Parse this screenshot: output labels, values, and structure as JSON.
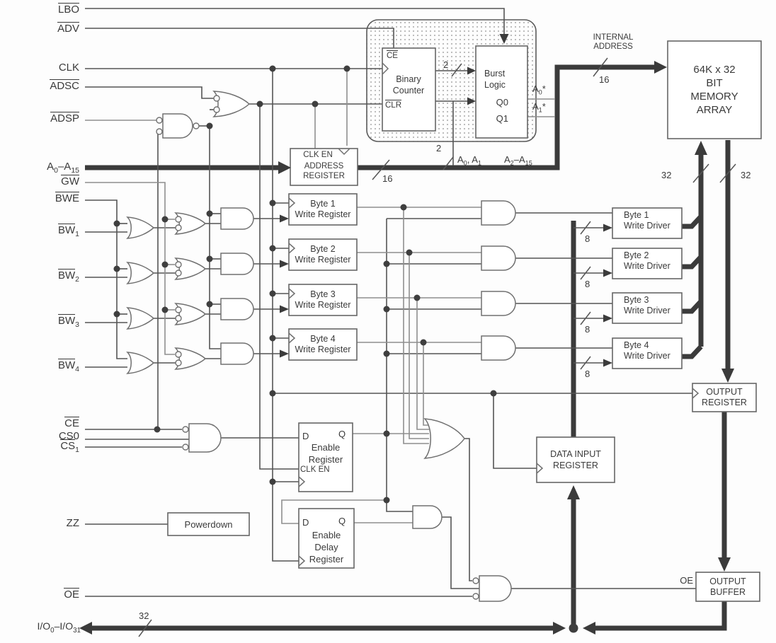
{
  "signals": {
    "lbo": "LBO",
    "adv": "ADV",
    "clk": "CLK",
    "adsc": "ADSC",
    "adsp": "ADSP",
    "abus": {
      "b1": "A",
      "s1": "0",
      "b2": "–A",
      "s2": "15"
    },
    "gw": "GW",
    "bwe": "BWE",
    "bw": [
      {
        "b": "BW",
        "s": "1"
      },
      {
        "b": "BW",
        "s": "2"
      },
      {
        "b": "BW",
        "s": "3"
      },
      {
        "b": "BW",
        "s": "4"
      }
    ],
    "ce": "CE",
    "cs0": "CS0",
    "cs1": {
      "b": "CS",
      "s": "1"
    },
    "zz": "ZZ",
    "oe": "OE",
    "io": {
      "b1": "I/O",
      "s1": "0",
      "b2": "–I/O",
      "s2": "31"
    }
  },
  "burst_section": {
    "counter": {
      "ce": "CE",
      "l1": "Binary",
      "l2": "Counter",
      "clr": "CLR"
    },
    "burst": {
      "l1": "Burst",
      "l2": "Logic",
      "q0": "Q0",
      "q1": "Q1"
    },
    "a0star": {
      "b": "A",
      "s": "0",
      "suffix": "*"
    },
    "a1star": {
      "b": "A",
      "s": "1",
      "suffix": "*"
    }
  },
  "address": {
    "reg": {
      "l1": "CLK EN",
      "l2": "ADDRESS",
      "l3": "REGISTER"
    },
    "internal": {
      "l1": "INTERNAL",
      "l2": "ADDRESS"
    },
    "w16a": "16",
    "w16b": "16",
    "w2a": "2",
    "w2b": "2",
    "a01": {
      "b1": "A",
      "s1": "0",
      "b2": ", A",
      "s2": "1"
    },
    "a215": {
      "b1": "A",
      "s1": "2",
      "b2": "–A",
      "s2": "15"
    }
  },
  "memory": {
    "l1": "64K x 32",
    "l2": "BIT",
    "l3": "MEMORY",
    "l4": "ARRAY",
    "w32in": "32",
    "w32out": "32"
  },
  "write_regs": [
    {
      "l1": "Byte 1",
      "l2": "Write Register"
    },
    {
      "l1": "Byte 2",
      "l2": "Write Register"
    },
    {
      "l1": "Byte 3",
      "l2": "Write Register"
    },
    {
      "l1": "Byte 4",
      "l2": "Write Register"
    }
  ],
  "write_drivers": [
    {
      "l1": "Byte 1",
      "l2": "Write Driver",
      "w": "8"
    },
    {
      "l1": "Byte 2",
      "l2": "Write Driver",
      "w": "8"
    },
    {
      "l1": "Byte 3",
      "l2": "Write Driver",
      "w": "8"
    },
    {
      "l1": "Byte 4",
      "l2": "Write Driver",
      "w": "8"
    }
  ],
  "enable_reg": {
    "d": "D",
    "q": "Q",
    "l1": "Enable",
    "l2": "Register",
    "clken": "CLK EN"
  },
  "delay_reg": {
    "d": "D",
    "q": "Q",
    "l1": "Enable",
    "l2": "Delay",
    "l3": "Register"
  },
  "powerdown": {
    "label": "Powerdown"
  },
  "data_input_reg": {
    "l1": "DATA INPUT",
    "l2": "REGISTER"
  },
  "output_reg": {
    "l1": "OUTPUT",
    "l2": "REGISTER"
  },
  "output_buffer": {
    "l1": "OUTPUT",
    "l2": "BUFFER",
    "oe": "OE"
  },
  "io_bus": {
    "w32": "32"
  }
}
